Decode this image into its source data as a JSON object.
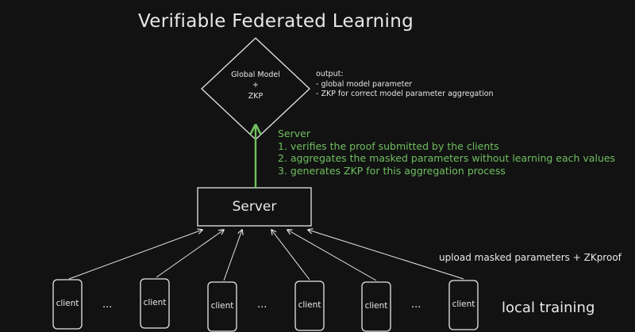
{
  "title": "Verifiable Federated Learning",
  "global_model": {
    "line1": "Global Model",
    "line2": "+",
    "line3": "ZKP"
  },
  "output": {
    "heading": "output:",
    "items": [
      "- global model parameter",
      "- ZKP for correct model parameter aggregation"
    ]
  },
  "server_notes": {
    "heading": "Server",
    "items": [
      "1. verifies the proof submitted by the clients",
      "2. aggregates the masked parameters without learning each values",
      "3. generates ZKP for this aggregation process"
    ]
  },
  "server_box": {
    "label": "Server"
  },
  "upload_label": "upload masked parameters + ZKproof",
  "local_training_label": "local training",
  "clients": [
    "client",
    "client",
    "client",
    "client",
    "client",
    "client"
  ],
  "ellipsis": [
    "...",
    "...",
    "..."
  ],
  "colors": {
    "background": "#121212",
    "foreground": "#e8e8e8",
    "accent_green": "#6fbf5f"
  }
}
